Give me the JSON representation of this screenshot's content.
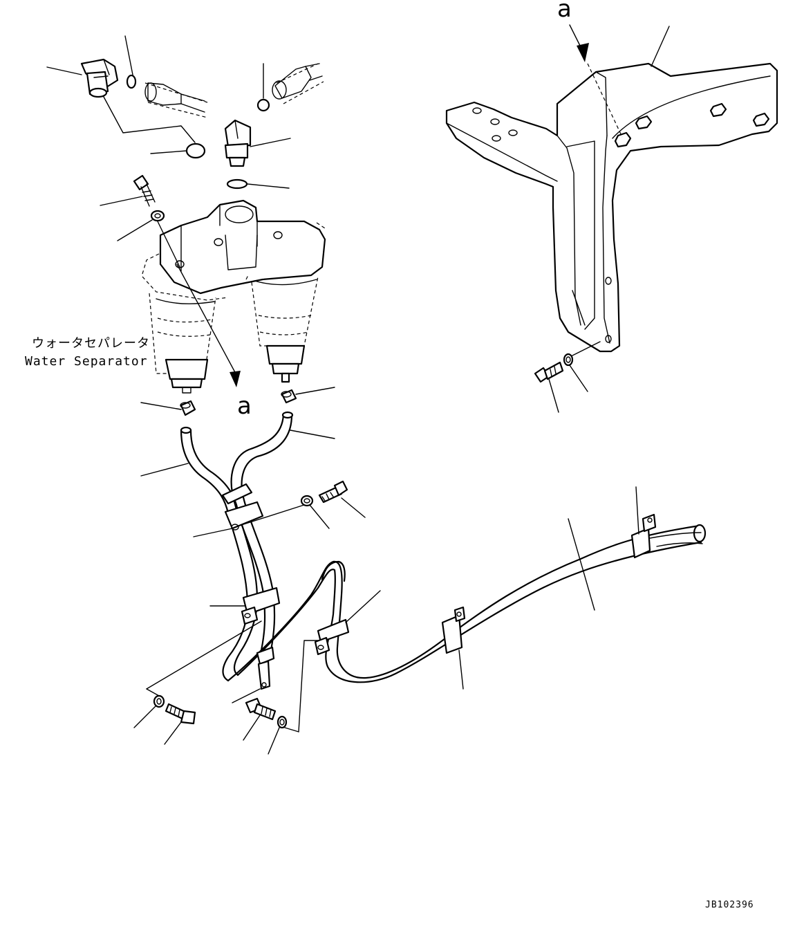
{
  "callouts": {
    "view_marker_top": "a",
    "view_marker_bottom": "a"
  },
  "labels": {
    "water_separator_jp": "ウォータセパレータ",
    "water_separator_en": "Water Separator"
  },
  "drawing_code": "JB102396"
}
